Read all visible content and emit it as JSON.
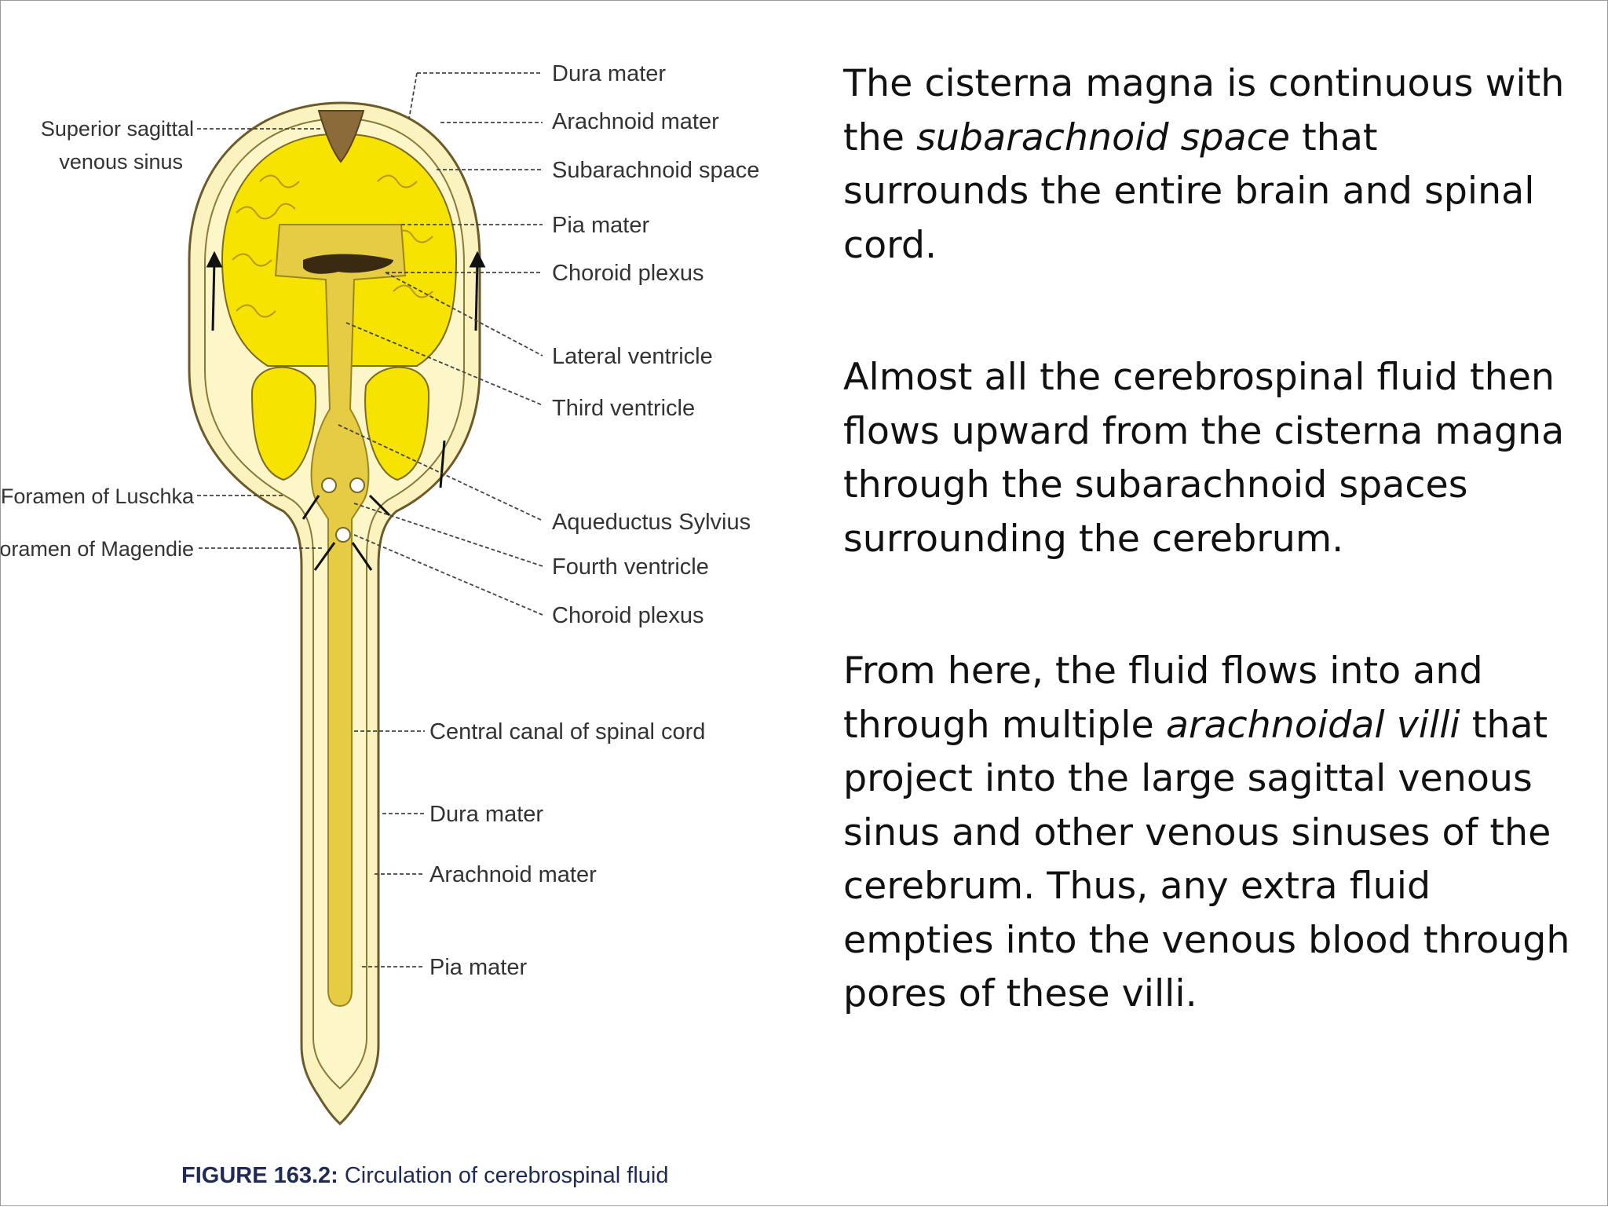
{
  "diagram": {
    "labels": {
      "dura_mater_top": "Dura mater",
      "arachnoid_mater_top": "Arachnoid mater",
      "subarachnoid_space": "Subarachnoid space",
      "pia_mater_top": "Pia mater",
      "choroid_plexus_top": "Choroid plexus",
      "lateral_ventricle": "Lateral ventricle",
      "third_ventricle": "Third ventricle",
      "aqueductus_sylvius": "Aqueductus Sylvius",
      "fourth_ventricle": "Fourth ventricle",
      "choroid_plexus_bottom": "Choroid plexus",
      "central_canal": "Central canal of spinal cord",
      "dura_mater_cord": "Dura mater",
      "arachnoid_mater_cord": "Arachnoid mater",
      "pia_mater_cord": "Pia mater",
      "superior_sagittal_line1": "Superior sagittal",
      "superior_sagittal_line2": "venous sinus",
      "foramen_luschka": "Foramen of Luschka",
      "foramen_magendie": "Foramen of Magendie"
    },
    "caption_prefix": "FIGURE 163.2:",
    "caption_text": "Circulation of cerebrospinal fluid",
    "colors": {
      "outer_fill": "#f8f0b0",
      "brain_fill": "#f7e500",
      "ventricle_fill": "#e8cf46",
      "sinus_fill": "#8b6b3a",
      "outline": "#6b5a2a"
    }
  },
  "text": {
    "p1_a": "The cisterna magna is continuous with the ",
    "p1_em": "subarachnoid space",
    "p1_b": " that surrounds the entire brain and spinal cord.",
    "p2": "Almost all the cerebrospinal fluid then flows upward from the cisterna magna through the subarachnoid spaces surrounding the cerebrum.",
    "p3_a": "From here, the fluid flows into and through multiple ",
    "p3_em": "arachnoidal villi",
    "p3_b": " that project into the large sagittal venous sinus and other venous sinuses of the cerebrum. Thus, any extra fluid empties into the venous blood through pores of these villi."
  }
}
